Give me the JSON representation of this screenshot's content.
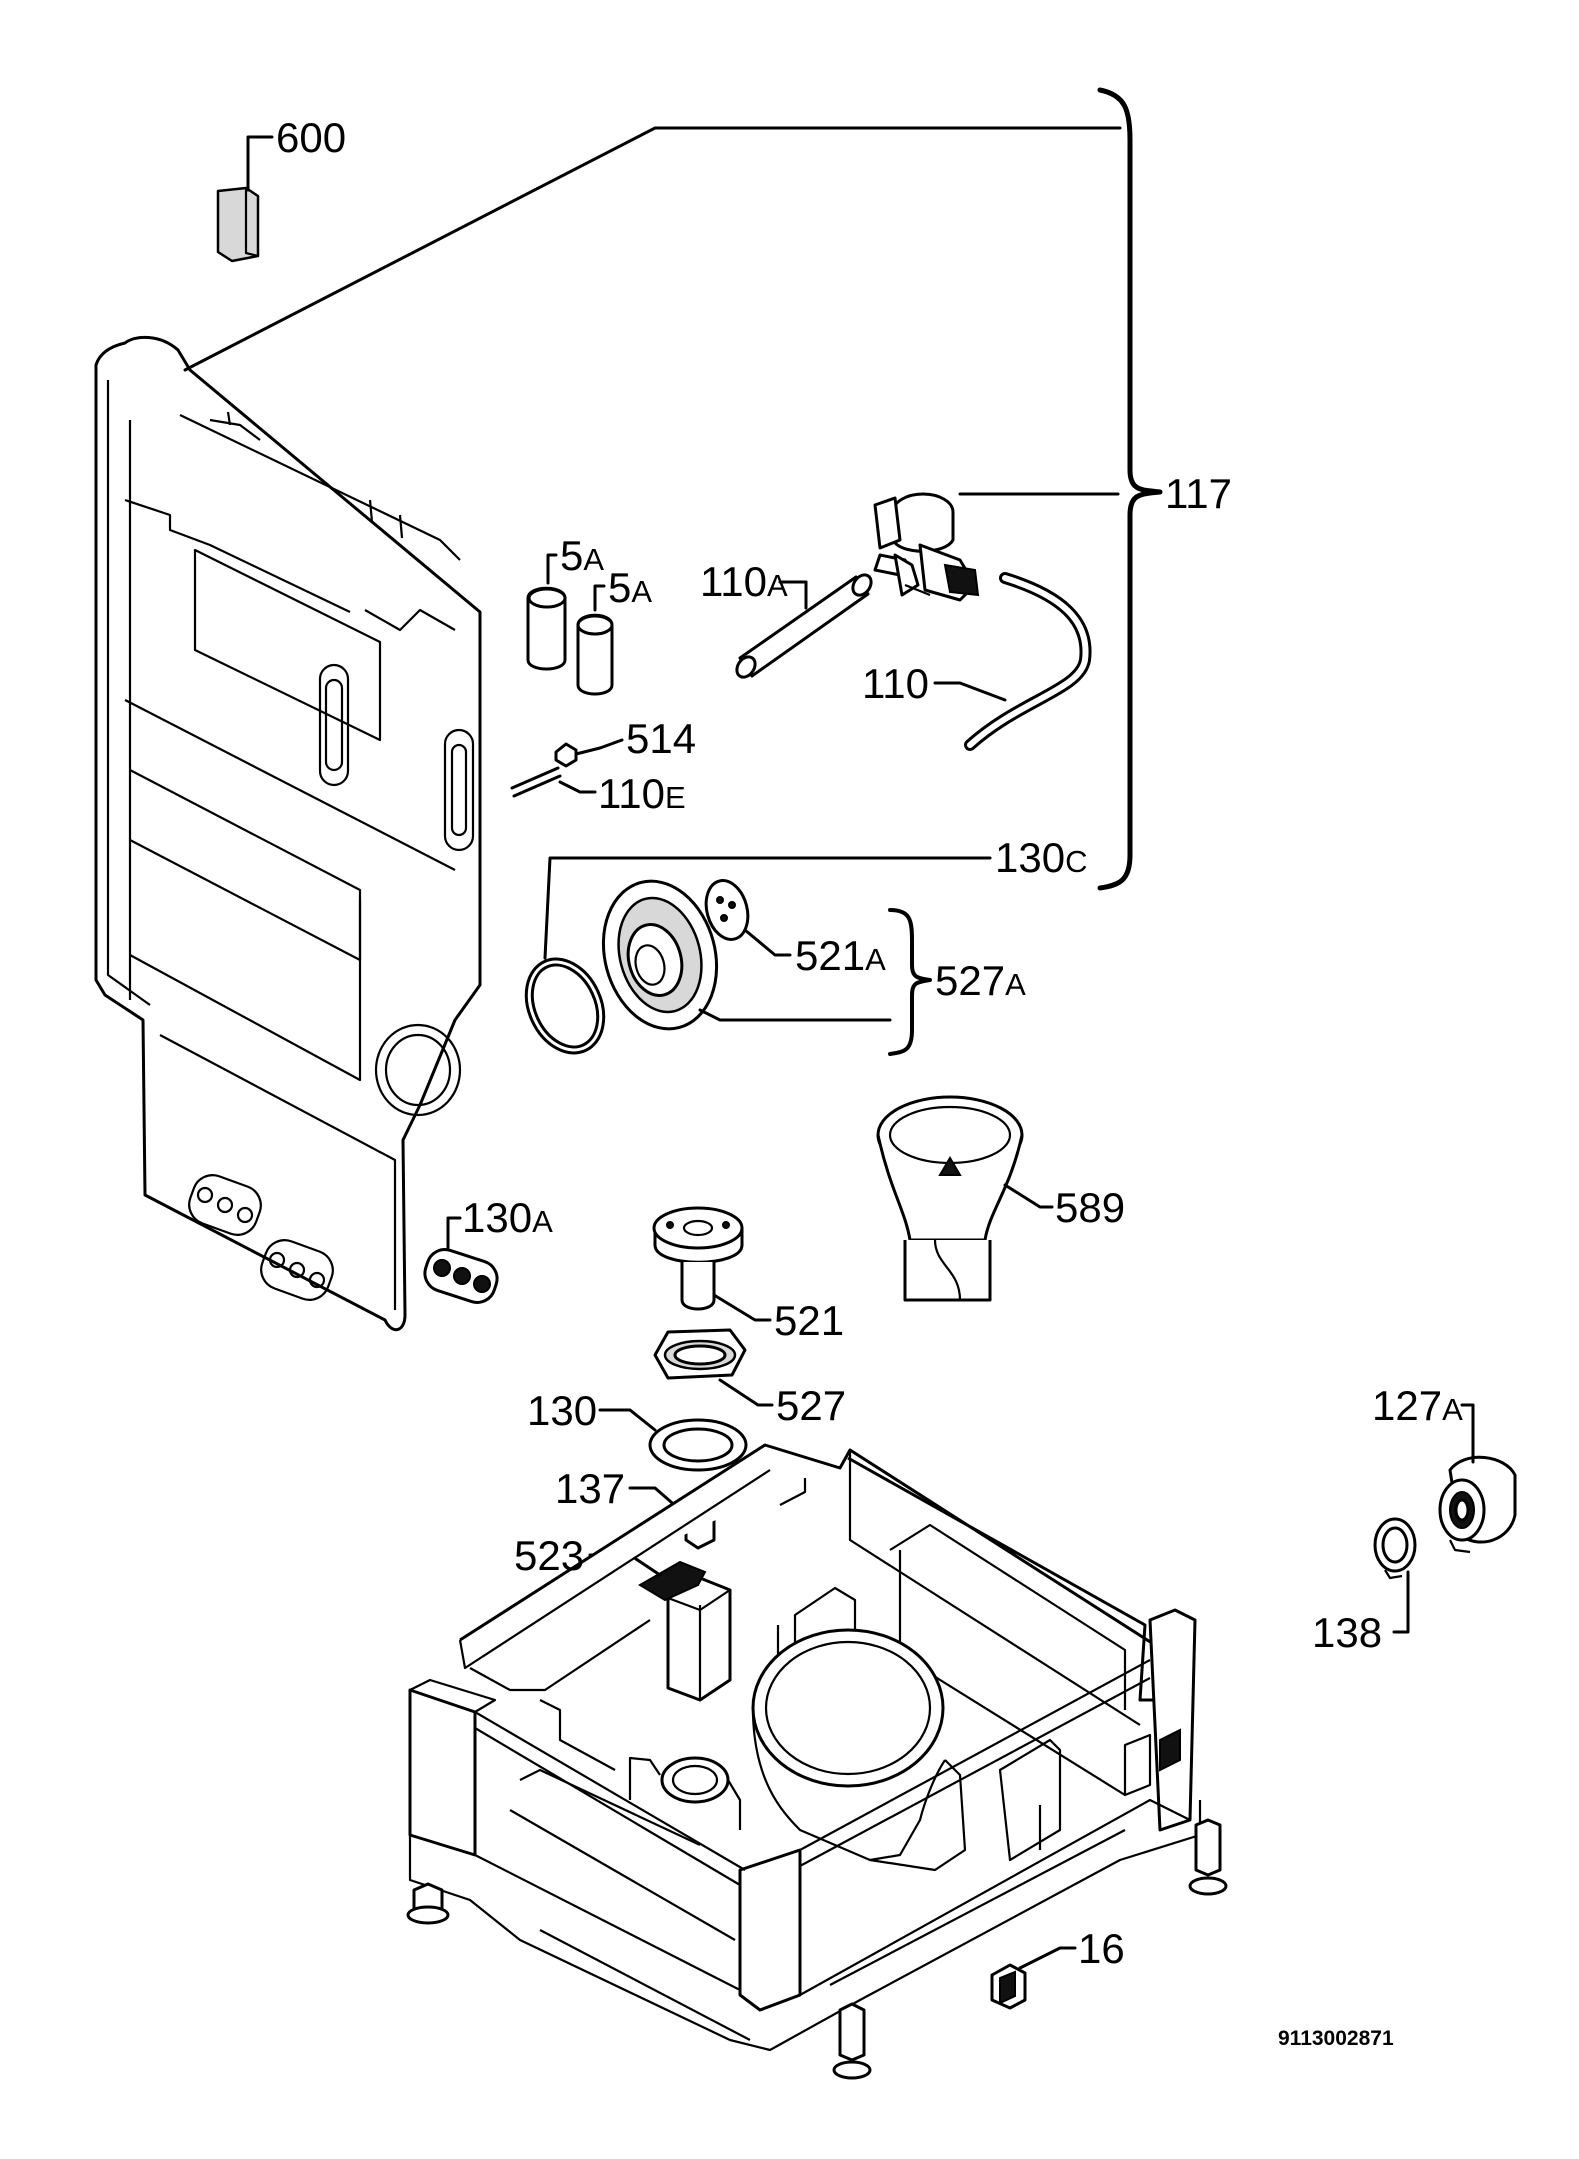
{
  "diagram": {
    "document_number": "9113002871",
    "labels": {
      "l600": {
        "num": "600",
        "suffix": ""
      },
      "l117": {
        "num": "117",
        "suffix": ""
      },
      "l5a_1": {
        "num": "5",
        "suffix": "A"
      },
      "l5a_2": {
        "num": "5",
        "suffix": "A"
      },
      "l110a": {
        "num": "110",
        "suffix": "A"
      },
      "l110": {
        "num": "110",
        "suffix": ""
      },
      "l514": {
        "num": "514",
        "suffix": ""
      },
      "l110e": {
        "num": "110",
        "suffix": "E"
      },
      "l130c": {
        "num": "130",
        "suffix": "C"
      },
      "l521a": {
        "num": "521",
        "suffix": "A"
      },
      "l527a": {
        "num": "527",
        "suffix": "A"
      },
      "l589": {
        "num": "589",
        "suffix": ""
      },
      "l130a": {
        "num": "130",
        "suffix": "A"
      },
      "l521": {
        "num": "521",
        "suffix": ""
      },
      "l527": {
        "num": "527",
        "suffix": ""
      },
      "l130": {
        "num": "130",
        "suffix": ""
      },
      "l137": {
        "num": "137",
        "suffix": ""
      },
      "l523": {
        "num": "523",
        "suffix": ""
      },
      "l127a": {
        "num": "127",
        "suffix": "A"
      },
      "l138": {
        "num": "138",
        "suffix": ""
      },
      "l16": {
        "num": "16",
        "suffix": ""
      }
    }
  }
}
